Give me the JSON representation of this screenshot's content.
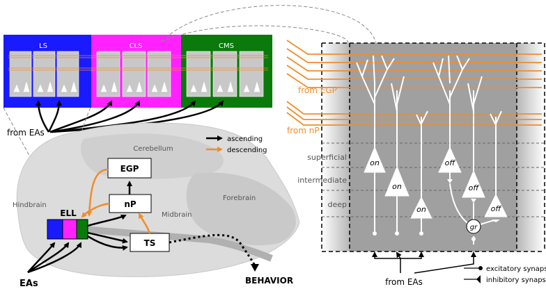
{
  "maps": {
    "ls": "LS",
    "cls": "CLS",
    "cms": "CMS",
    "colors": {
      "ls": "#1a1aff",
      "cls": "#ff22ff",
      "cms": "#0a7a0a"
    },
    "input_label": "from EAs"
  },
  "legend": {
    "ascending": "ascending",
    "descending": "descending",
    "colors": {
      "ascending": "#000000",
      "descending": "#f28c28"
    }
  },
  "brain": {
    "cerebellum": "Cerebellum",
    "hindbrain": "Hindbrain",
    "forebrain": "Forebrain",
    "midbrain": "Midbrain",
    "egp": "EGP",
    "np": "nP",
    "ts": "TS",
    "ell": "ELL",
    "eas": "EAs",
    "behavior": "BEHAVIOR"
  },
  "circuit": {
    "from_egp": "from  EGP",
    "from_np": "from  nP",
    "layers": {
      "superficial": "superficial",
      "intermediate": "intermediate",
      "deep": "deep"
    },
    "cells": [
      "on",
      "on",
      "on",
      "off",
      "off",
      "off"
    ],
    "granule": "gr",
    "from_eas": "from EAs",
    "excitatory": "excitatory synapse",
    "inhibitory": "inhibitory synapse"
  }
}
